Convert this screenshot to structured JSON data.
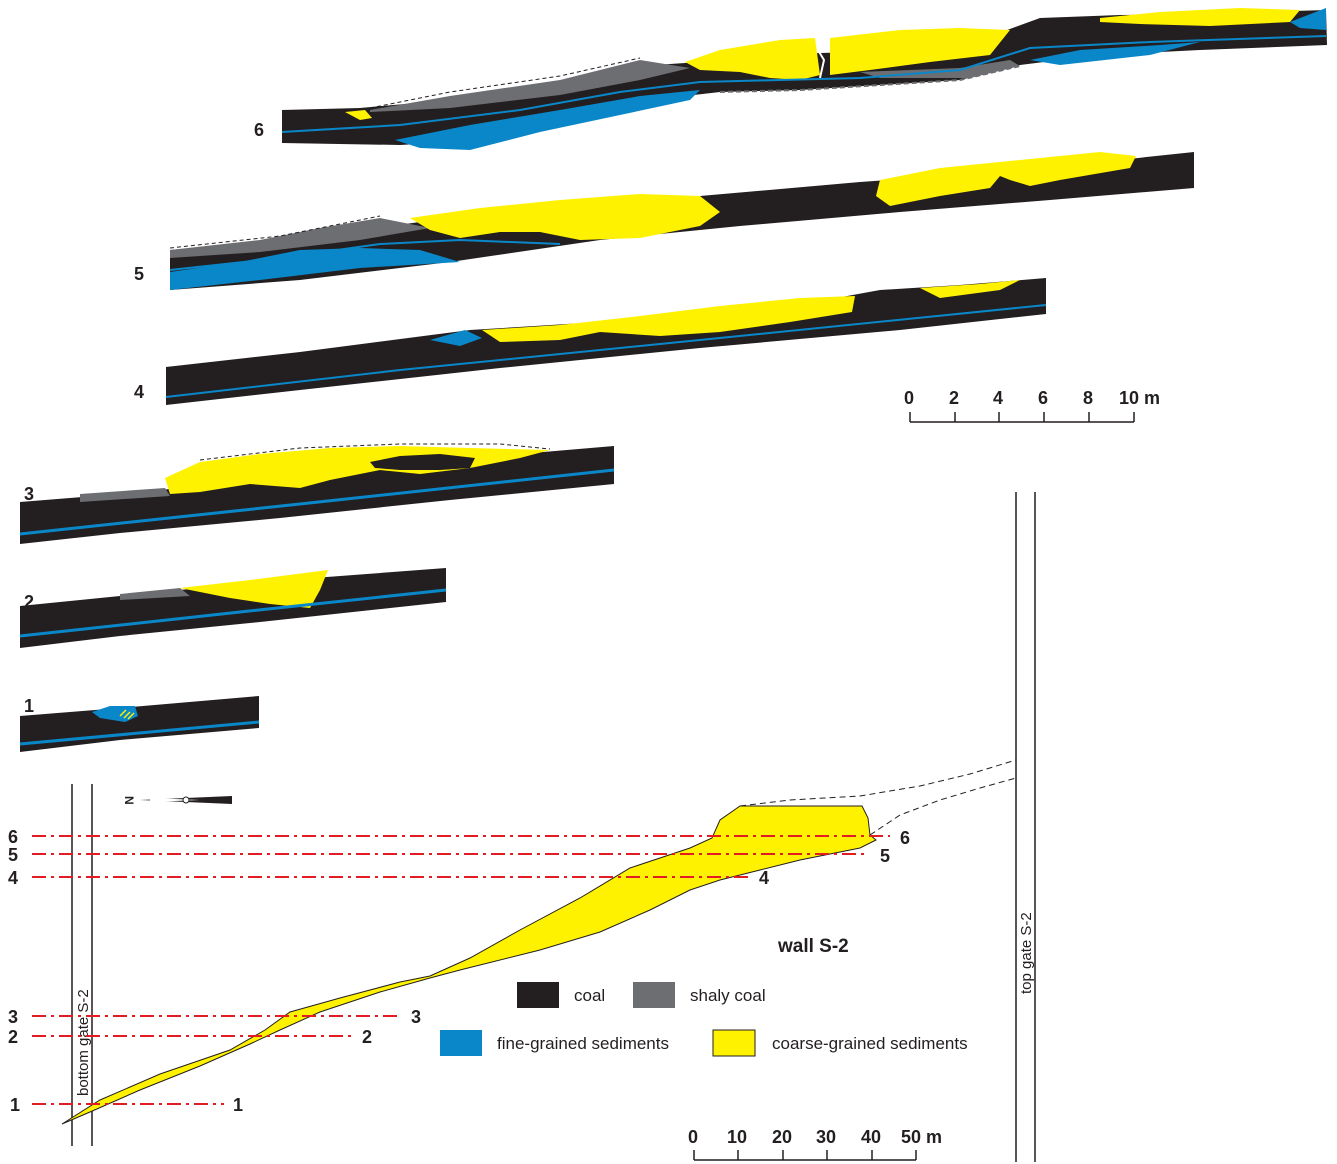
{
  "sections": [
    {
      "id": "6",
      "label": "6"
    },
    {
      "id": "5",
      "label": "5"
    },
    {
      "id": "4",
      "label": "4"
    },
    {
      "id": "3",
      "label": "3"
    },
    {
      "id": "2",
      "label": "2"
    },
    {
      "id": "1",
      "label": "1"
    }
  ],
  "scale_small": {
    "ticks": [
      "0",
      "2",
      "4",
      "6",
      "8",
      "10 m"
    ]
  },
  "scale_large": {
    "ticks": [
      "0",
      "10",
      "20",
      "30",
      "40",
      "50 m"
    ]
  },
  "legend": {
    "coal": "coal",
    "shaly_coal": "shaly coal",
    "fine": "fine-grained sediments",
    "coarse": "coarse-grained sediments"
  },
  "map": {
    "title": "wall S-2",
    "bottom_gate": "bottom gate S-2",
    "top_gate": "top gate S-2",
    "north_arrow": "N"
  },
  "colors": {
    "coal": "#231f20",
    "shaly_coal": "#6d6e71",
    "fine": "#0a87c9",
    "coarse": "#fff200",
    "section_line": "#e31b23"
  }
}
